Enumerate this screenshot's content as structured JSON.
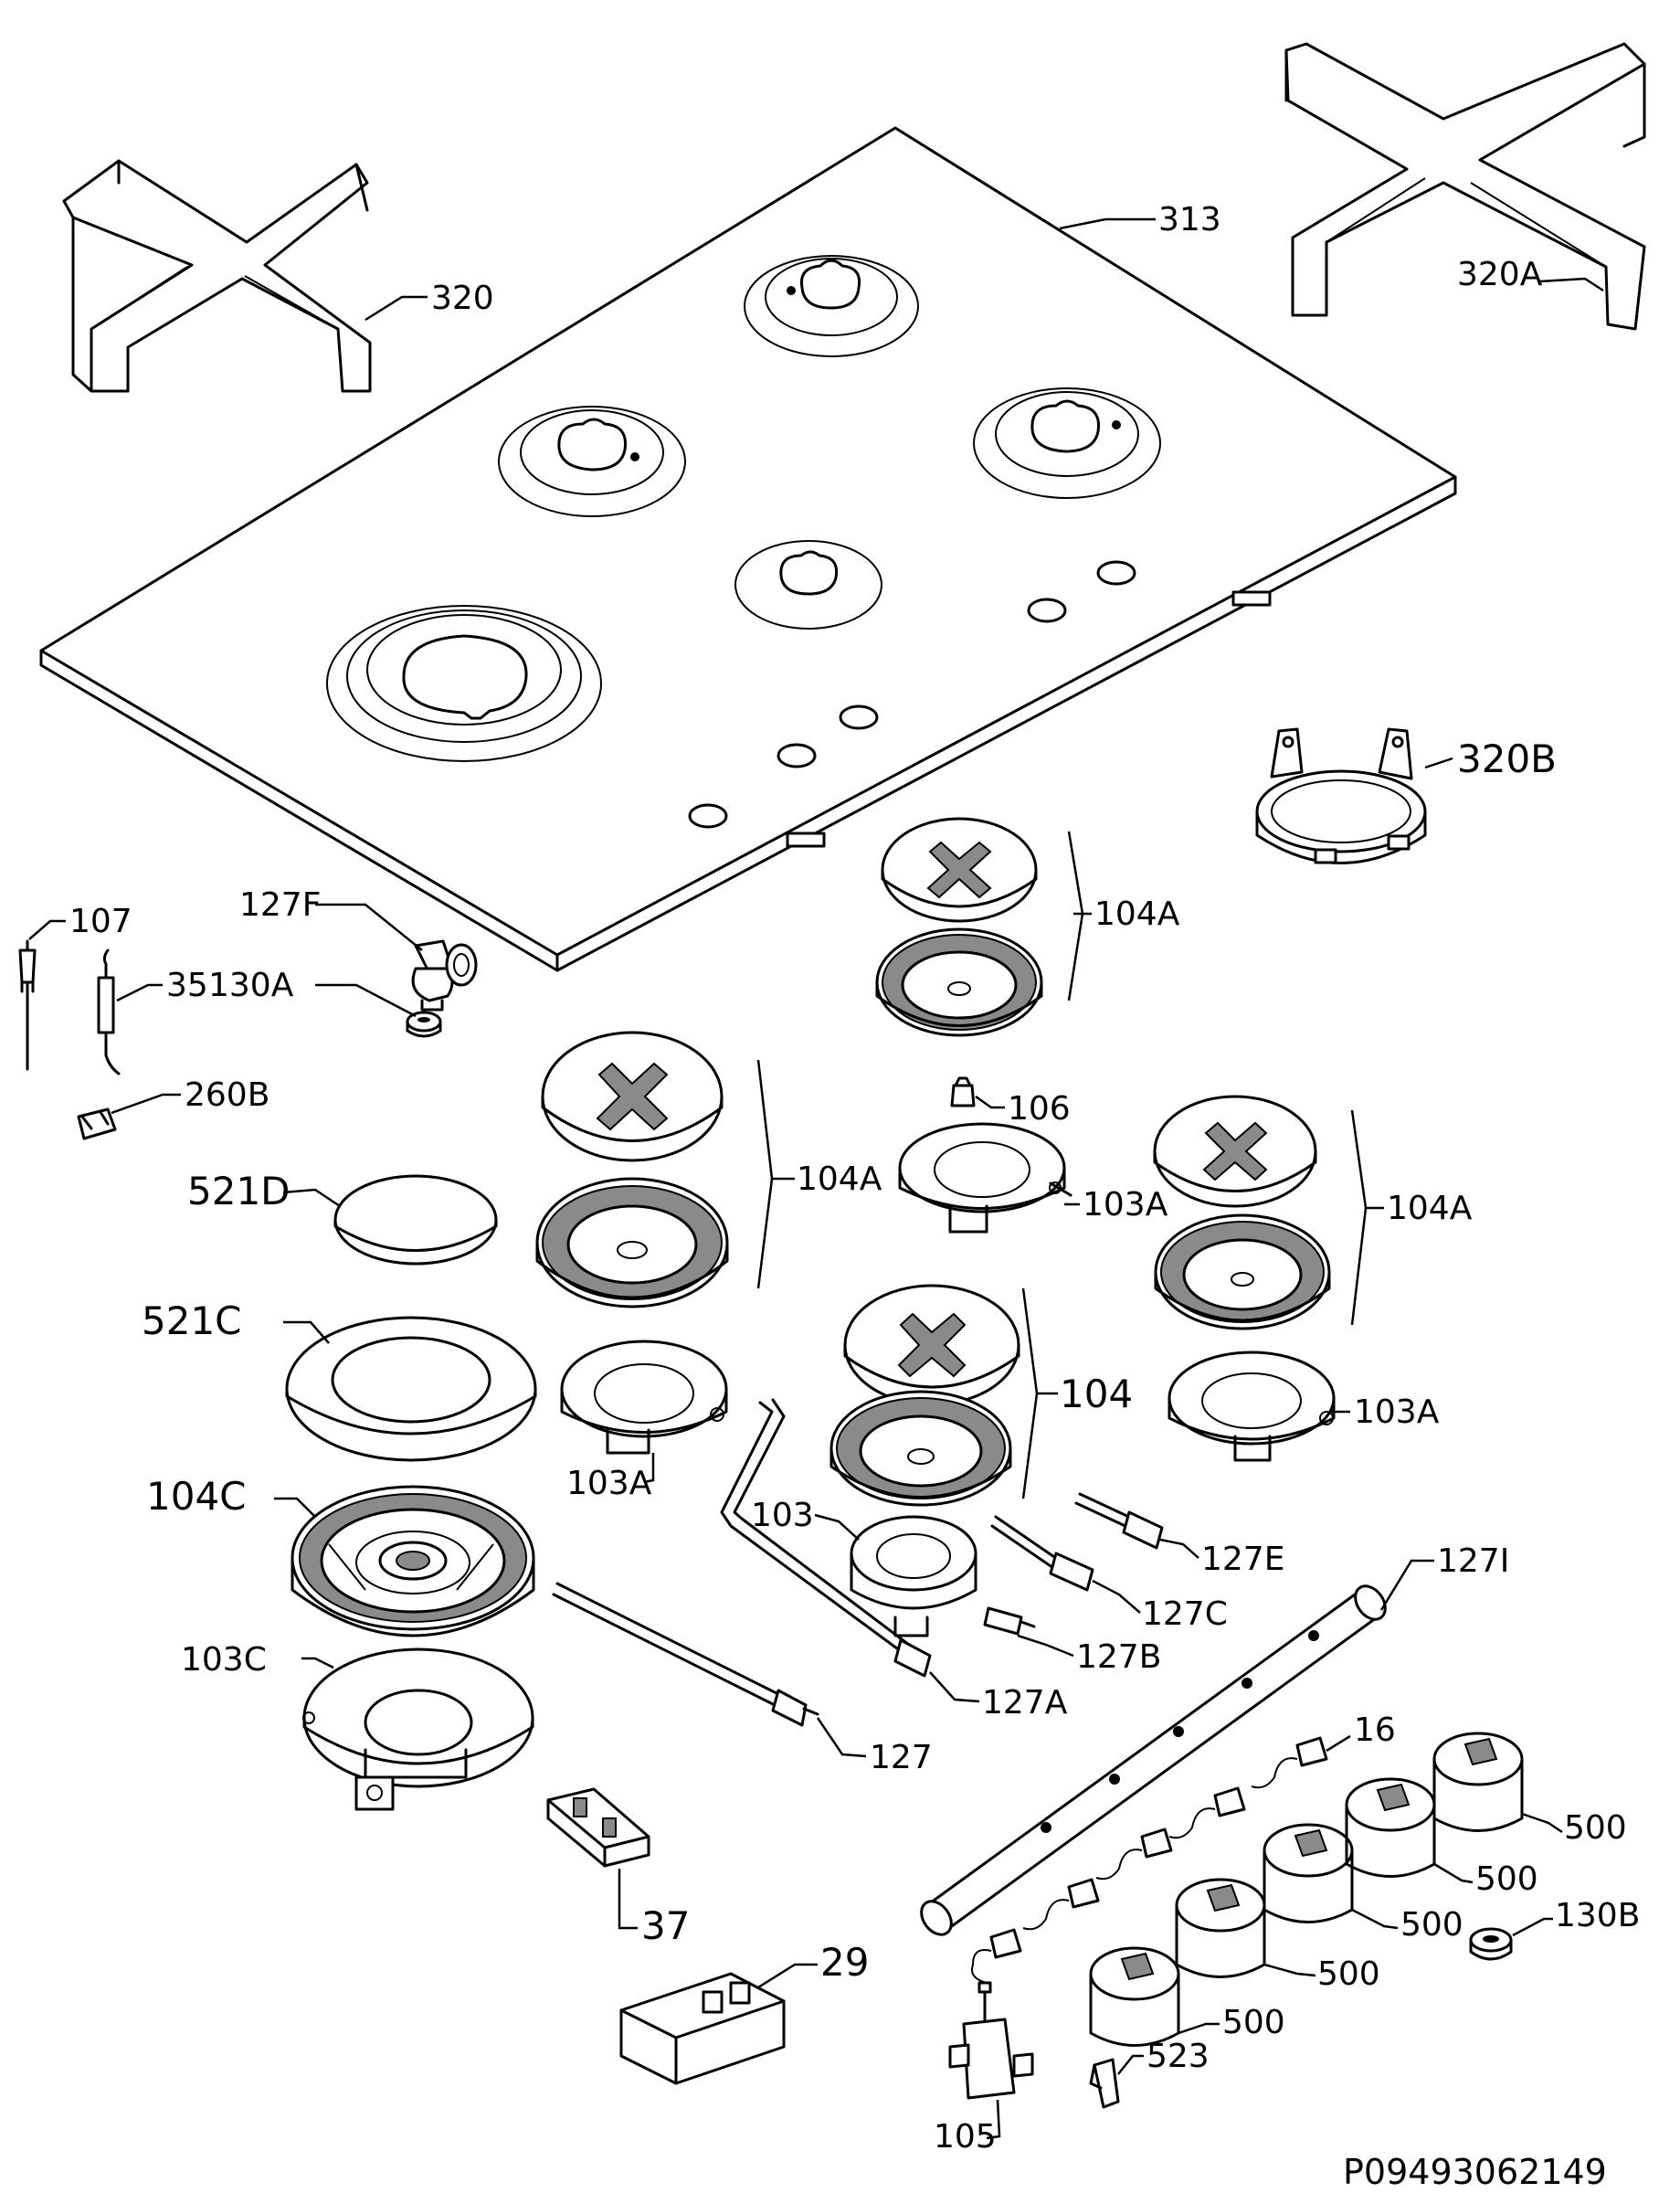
{
  "labels": {
    "p313": "313",
    "p320": "320",
    "p320A": "320A",
    "p320B": "320B",
    "p107": "107",
    "p127F": "127F",
    "p130A": "130A",
    "p35": "35",
    "p260B": "260B",
    "p104A_1": "104A",
    "p106": "106",
    "p103A_1": "103A",
    "p104A_2": "104A",
    "p104A_3": "104A",
    "p521D": "521D",
    "p521C": "521C",
    "p104C": "104C",
    "p103A_2": "103A",
    "p104": "104",
    "p103A_3": "103A",
    "p103": "103",
    "p127E": "127E",
    "p127C": "127C",
    "p127B": "127B",
    "p127I": "127I",
    "p103C": "103C",
    "p127A": "127A",
    "p127": "127",
    "p16": "16",
    "p37": "37",
    "p500_1": "500",
    "p500_2": "500",
    "p500_3": "500",
    "p500_4": "500",
    "p500_5": "500",
    "p130B": "130B",
    "p29": "29",
    "p523": "523",
    "p105": "105"
  },
  "drawing_code": "P09493062149"
}
